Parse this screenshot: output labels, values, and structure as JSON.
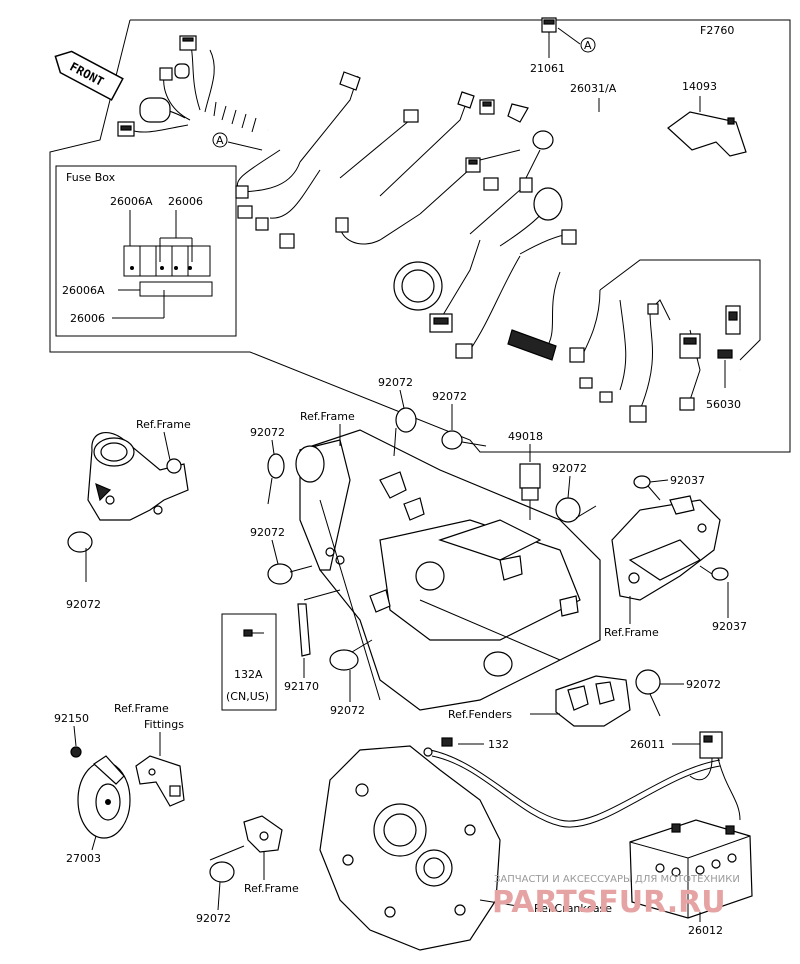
{
  "diagram_code": "F2760",
  "front_label": "FRONT",
  "callout_letter": "A",
  "fuse_box": {
    "title": "Fuse Box",
    "labels": [
      "26006A",
      "26006",
      "26006A",
      "26006"
    ]
  },
  "part_labels": {
    "p21061": "21061",
    "p26031A": "26031/A",
    "p14093": "14093",
    "p56030": "56030",
    "p92072_a": "92072",
    "p92072_b": "92072",
    "p92072_c": "92072",
    "p92072_d": "92072",
    "p92072_e": "92072",
    "p92072_f": "92072",
    "p92072_g": "92072",
    "p92072_h": "92072",
    "p92072_i": "92072",
    "p49018": "49018",
    "p92037_a": "92037",
    "p92037_b": "92037",
    "p132A": "132A",
    "p132A_note": "(CN,US)",
    "p92170": "92170",
    "p92150": "92150",
    "p27003": "27003",
    "p132": "132",
    "p26011": "26011",
    "p26012": "26012"
  },
  "ref_labels": {
    "frame_1": "Ref.Frame",
    "frame_2": "Ref.Frame",
    "frame_3": "Ref.Frame",
    "frame_fittings_1": "Ref.Frame",
    "frame_fittings_2": "Fittings",
    "frame_4": "Ref.Frame",
    "fenders": "Ref.Fenders",
    "crankcase": "Ref.Crankcase"
  },
  "watermark": {
    "line1": "ЗАПЧАСТИ И АКСЕССУАРЫ ДЛЯ МОТОТЕХНИКИ",
    "line2": "PARTSFUR.RU"
  }
}
